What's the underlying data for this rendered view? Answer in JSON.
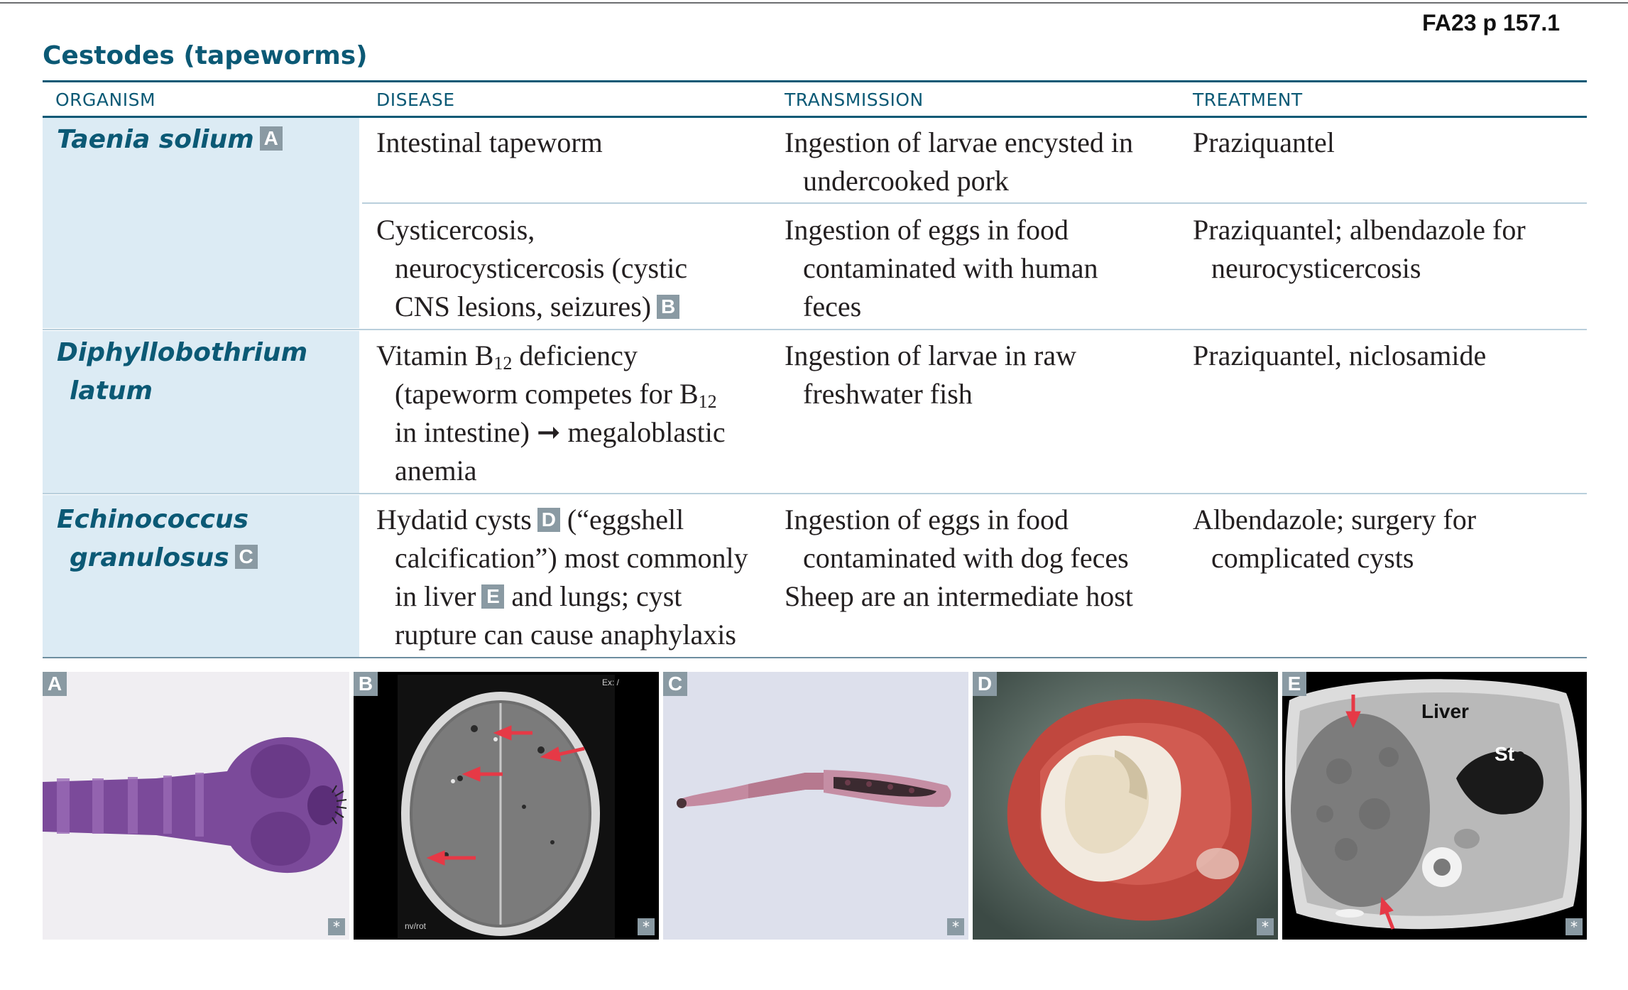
{
  "page_ref": "FA23 p 157.1",
  "title": "Cestodes (tapeworms)",
  "columns": [
    "ORGANISM",
    "DISEASE",
    "TRANSMISSION",
    "TREATMENT"
  ],
  "organisms": [
    {
      "name": "Taenia solium",
      "badge": "A"
    },
    {
      "name_lines": [
        "Diphyllobothrium",
        "latum"
      ]
    },
    {
      "name_lines": [
        "Echinococcus",
        "granulosus"
      ],
      "badge": "C"
    }
  ],
  "rows": [
    {
      "disease": [
        "Intestinal tapeworm"
      ],
      "transmission": [
        "Ingestion of larvae encysted in",
        "undercooked pork"
      ],
      "treatment": [
        "Praziquantel"
      ]
    },
    {
      "disease": [
        "Cysticercosis,",
        "neurocysticercosis (cystic",
        "CNS lesions, seizures)"
      ],
      "disease_badge": "B",
      "transmission": [
        "Ingestion of eggs in food",
        "contaminated with human",
        "feces"
      ],
      "treatment": [
        "Praziquantel; albendazole for",
        "neurocysticercosis"
      ]
    },
    {
      "disease_parts": [
        "Vitamin B",
        "12",
        " deficiency",
        "(tapeworm competes for B",
        "12",
        "in intestine) ➞ megaloblastic",
        "anemia"
      ],
      "transmission": [
        "Ingestion of larvae in raw",
        "freshwater fish"
      ],
      "treatment": [
        "Praziquantel, niclosamide"
      ]
    },
    {
      "disease_parts": [
        "Hydatid cysts",
        "D",
        " (“eggshell",
        "calcification”) most commonly",
        "in liver",
        "E",
        " and lungs; cyst",
        "rupture can cause anaphylaxis"
      ],
      "transmission": [
        "Ingestion of eggs in food",
        "contaminated with dog feces",
        "Sheep are an intermediate host"
      ],
      "treatment": [
        "Albendazole; surgery for",
        "complicated cysts"
      ]
    }
  ],
  "panels": [
    {
      "label": "A",
      "marker": "*"
    },
    {
      "label": "B",
      "marker": "*",
      "corner_text": "Ex: /",
      "footer_text": "nv/rot"
    },
    {
      "label": "C",
      "marker": "*"
    },
    {
      "label": "D",
      "marker": "*"
    },
    {
      "label": "E",
      "marker": "*",
      "annotations": [
        "Liver",
        "St"
      ]
    }
  ]
}
